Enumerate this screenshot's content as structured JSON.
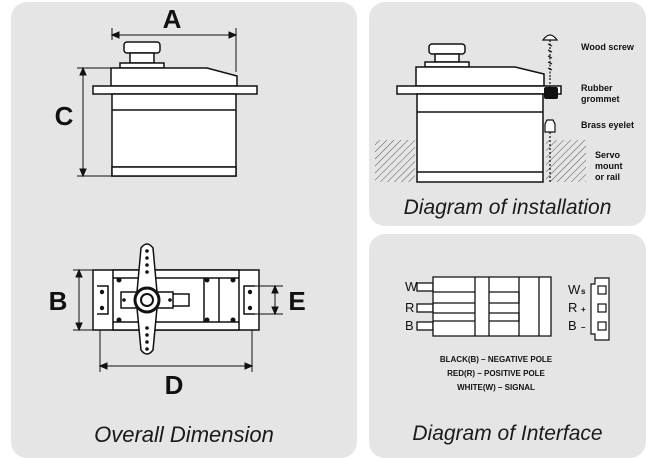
{
  "panels": {
    "dimension": {
      "caption": "Overall Dimension"
    },
    "installation": {
      "caption": "Diagram of installation"
    },
    "interface": {
      "caption": "Diagram of Interface"
    }
  },
  "dimension_labels": {
    "a": "A",
    "b": "B",
    "c": "C",
    "d": "D",
    "e": "E"
  },
  "installation_labels": {
    "wood_screw": "Wood screw",
    "rubber_line1": "Rubber",
    "rubber_line2": "grommet",
    "brass_eyelet": "Brass eyelet",
    "servo_line1": "Servo",
    "servo_line2": "mount",
    "servo_line3": "or rail"
  },
  "interface_labels": {
    "left_w": "W",
    "left_r": "R",
    "left_b": "B",
    "right_w": "W",
    "right_r": "R",
    "right_b": "B",
    "right_w_sym": "s",
    "right_r_sym": "+",
    "right_b_sym": "–",
    "legend_black": "BLACK(B) – NEGATIVE POLE",
    "legend_red": "RED(R) – POSITIVE POLE",
    "legend_white": "WHITE(W) – SIGNAL"
  },
  "colors": {
    "panel": "#e5e5e5",
    "ink": "#111111",
    "servo_body": "#ffffff"
  }
}
